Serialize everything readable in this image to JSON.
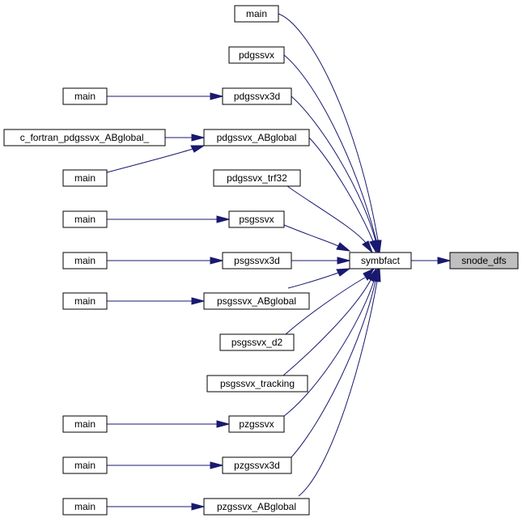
{
  "graph": {
    "nodes": [
      {
        "id": "snode_dfs",
        "label": "snode_dfs",
        "highlighted": true
      },
      {
        "id": "symbfact",
        "label": "symbfact"
      },
      {
        "id": "main_top",
        "label": "main"
      },
      {
        "id": "pdgssvx",
        "label": "pdgssvx"
      },
      {
        "id": "pdgssvx3d",
        "label": "pdgssvx3d"
      },
      {
        "id": "pdgssvx_ABglobal",
        "label": "pdgssvx_ABglobal"
      },
      {
        "id": "pdgssvx_trf32",
        "label": "pdgssvx_trf32"
      },
      {
        "id": "psgssvx",
        "label": "psgssvx"
      },
      {
        "id": "psgssvx3d",
        "label": "psgssvx3d"
      },
      {
        "id": "psgssvx_ABglobal",
        "label": "psgssvx_ABglobal"
      },
      {
        "id": "psgssvx_d2",
        "label": "psgssvx_d2"
      },
      {
        "id": "psgssvx_tracking",
        "label": "psgssvx_tracking"
      },
      {
        "id": "pzgssvx",
        "label": "pzgssvx"
      },
      {
        "id": "pzgssvx3d",
        "label": "pzgssvx3d"
      },
      {
        "id": "pzgssvx_ABglobal",
        "label": "pzgssvx_ABglobal"
      },
      {
        "id": "main_pdgssvx3d",
        "label": "main"
      },
      {
        "id": "c_fortran_pdgssvx_ABglobal_",
        "label": "c_fortran_pdgssvx_ABglobal_"
      },
      {
        "id": "main_pdgssvx_ABglobal",
        "label": "main"
      },
      {
        "id": "main_psgssvx",
        "label": "main"
      },
      {
        "id": "main_psgssvx3d",
        "label": "main"
      },
      {
        "id": "main_psgssvx_ABglobal",
        "label": "main"
      },
      {
        "id": "main_pzgssvx",
        "label": "main"
      },
      {
        "id": "main_pzgssvx3d",
        "label": "main"
      },
      {
        "id": "main_pzgssvx_ABglobal",
        "label": "main"
      }
    ],
    "edges": [
      {
        "from": "symbfact",
        "to": "snode_dfs"
      },
      {
        "from": "main_top",
        "to": "symbfact"
      },
      {
        "from": "pdgssvx",
        "to": "symbfact"
      },
      {
        "from": "pdgssvx3d",
        "to": "symbfact"
      },
      {
        "from": "pdgssvx_ABglobal",
        "to": "symbfact"
      },
      {
        "from": "pdgssvx_trf32",
        "to": "symbfact"
      },
      {
        "from": "psgssvx",
        "to": "symbfact"
      },
      {
        "from": "psgssvx3d",
        "to": "symbfact"
      },
      {
        "from": "psgssvx_ABglobal",
        "to": "symbfact"
      },
      {
        "from": "psgssvx_d2",
        "to": "symbfact"
      },
      {
        "from": "psgssvx_tracking",
        "to": "symbfact"
      },
      {
        "from": "pzgssvx",
        "to": "symbfact"
      },
      {
        "from": "pzgssvx3d",
        "to": "symbfact"
      },
      {
        "from": "pzgssvx_ABglobal",
        "to": "symbfact"
      },
      {
        "from": "main_pdgssvx3d",
        "to": "pdgssvx3d"
      },
      {
        "from": "c_fortran_pdgssvx_ABglobal_",
        "to": "pdgssvx_ABglobal"
      },
      {
        "from": "main_pdgssvx_ABglobal",
        "to": "pdgssvx_ABglobal"
      },
      {
        "from": "main_psgssvx",
        "to": "psgssvx"
      },
      {
        "from": "main_psgssvx3d",
        "to": "psgssvx3d"
      },
      {
        "from": "main_psgssvx_ABglobal",
        "to": "psgssvx_ABglobal"
      },
      {
        "from": "main_pzgssvx",
        "to": "pzgssvx"
      },
      {
        "from": "main_pzgssvx3d",
        "to": "pzgssvx3d"
      },
      {
        "from": "main_pzgssvx_ABglobal",
        "to": "pzgssvx_ABglobal"
      }
    ],
    "colors": {
      "edge": "#191970",
      "node_border": "#000000",
      "node_fill": "#ffffff",
      "highlight_fill": "#bfbfbf"
    }
  }
}
